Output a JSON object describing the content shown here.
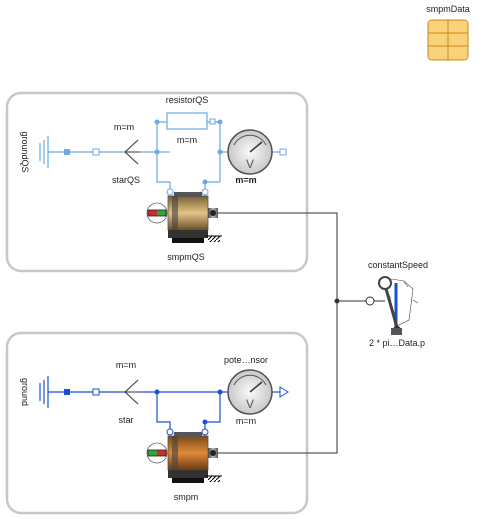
{
  "components": {
    "smpm_data": {
      "label": "smpmData"
    },
    "ground_qs": {
      "label": "groundQS"
    },
    "star_qs": {
      "label": "starQS",
      "param": "m=m"
    },
    "resistor_qs": {
      "label": "resistorQS",
      "param": "m=m"
    },
    "voltage_sensor_qs": {
      "param": "m=m"
    },
    "smpm_qs": {
      "label": "smpmQS"
    },
    "constant_speed": {
      "label": "constantSpeed",
      "param": "2 * pi…Data.p"
    },
    "ground": {
      "label": "ground"
    },
    "star": {
      "label": "star",
      "param": "m=m"
    },
    "voltage_sensor": {
      "label": "pote…nsor",
      "param": "m=m"
    },
    "smpm": {
      "label": "smpm"
    }
  },
  "colors": {
    "frame": "#c8c8c8",
    "qs_wire": "#6aa8e6",
    "wire": "#1a4fd6",
    "shaft": "#333333",
    "record_fill": "#f9d27a",
    "record_stroke": "#c98c1a",
    "speed_needle": "#1a4fd6"
  }
}
